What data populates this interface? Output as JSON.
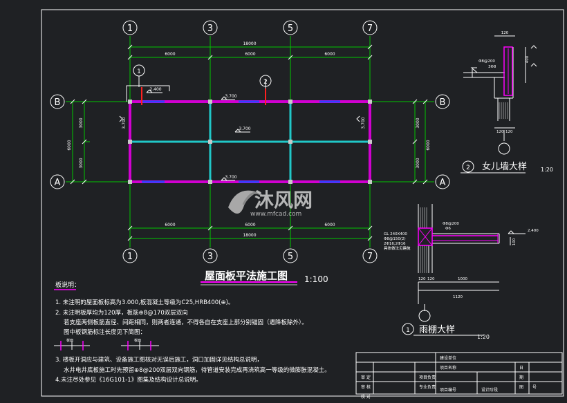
{
  "drawing": {
    "main_title": "屋面板平法施工图",
    "main_scale": "1:100",
    "axes_top": [
      "1",
      "3",
      "5",
      "7"
    ],
    "axes_bottom": [
      "1",
      "3",
      "5",
      "7"
    ],
    "axes_side": [
      "B",
      "A"
    ],
    "dims_top_total": "18000",
    "dims_top_spans": [
      "6000",
      "6000",
      "6000"
    ],
    "dims_bottom_total": "18000",
    "dims_bottom_spans": [
      "6000",
      "6000",
      "6000"
    ],
    "dims_left": [
      "3000",
      "3000"
    ],
    "dims_left_total": "6000",
    "dims_right": [
      "3000",
      "3000"
    ],
    "dims_right_total": "6000",
    "elev_main": "3.700",
    "elev_canopy": "2.400",
    "section_marks": [
      "1",
      "2"
    ]
  },
  "detail_parapet": {
    "title": "女儿墙大样",
    "number": "2",
    "scale": "1:20",
    "dims": [
      "120",
      "400",
      "120",
      "120"
    ],
    "rebar": "Φ8@200",
    "labels": [
      "3Φ8"
    ]
  },
  "detail_canopy": {
    "title": "雨棚大样",
    "number": "1",
    "scale": "1:20",
    "beam": "GL 240X400",
    "beam_rebar": "Φ8@150(2)",
    "beam_bars": "2Φ16;2Φ16",
    "note": "具体做法见建施",
    "slab_rebar": "Φ8@200",
    "slab_dist": "Φ6",
    "dims": [
      "1000",
      "1120",
      "100",
      "120",
      "120"
    ],
    "elev": "2.400"
  },
  "notes": {
    "heading": "板说明：",
    "items": [
      "1. 未注明的屋面板标高为3.000,板混凝土等级为C25,HRB400(⊕)。",
      "2. 未注明板厚均为120厚，板筋⊕8@170双层双向",
      "3. 楼板开洞应与建筑、设备施工图核对无误后施工，洞口加固详见结构总说明，",
      "4.未注尽处参见《16G101-1》图集及结构设计总说明。"
    ],
    "item2_sub": [
      "若支座两侧板筋直径、间距相同，则两者连通，不得各自在支座上部分别锚固（遇降板除外）。",
      "图中板钢筋标注长度见下简图："
    ],
    "item3_sub": "水井电井底板施工时先预留⊕8@200双层双向钢筋，待管道安装完成再浇筑高一等级的微膨胀混凝土。",
    "diagram_labels": [
      "板面",
      "板面"
    ]
  },
  "title_block": {
    "rows": [
      [
        "建设单位",
        ""
      ],
      [
        "项目名称",
        ""
      ]
    ],
    "left_labels": [
      "审",
      "定",
      "审",
      "核",
      "校",
      "对"
    ],
    "mid_labels": [
      "项目负责",
      "专业负责",
      "项目编号",
      "设计阶段"
    ],
    "right_labels": [
      "日",
      "期",
      "图",
      "号"
    ]
  },
  "watermark": {
    "text": "沐风网",
    "url": "www.mfcad.com"
  },
  "colors": {
    "background": "#1f2124",
    "grid": "#00ff00",
    "beam": "#ff00ff",
    "slab": "#00ffff",
    "text": "#ffffff",
    "wall": "#ff00ff",
    "red": "#ff2020",
    "blue": "#4050ff"
  }
}
